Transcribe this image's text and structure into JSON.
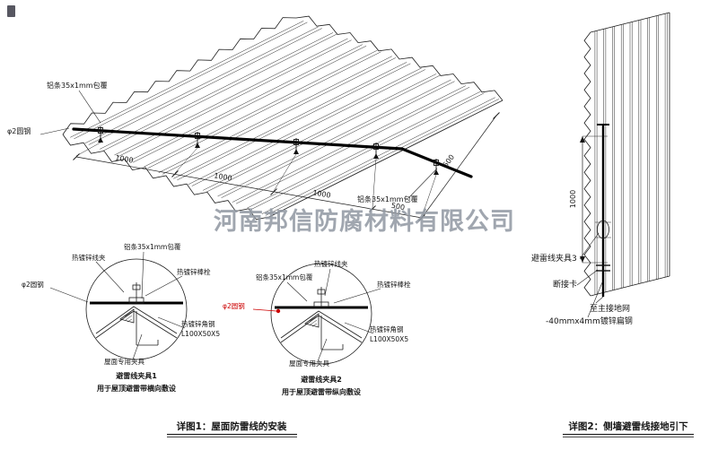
{
  "watermark": "河南邦信防腐材料有限公司",
  "main_drawing": {
    "label_alu_top": "铝条35x1mm包覆",
    "label_round_steel": "φ2圆钢",
    "label_alu_right": "铝条35x1mm包覆",
    "dims": [
      "1000",
      "1000",
      "1000",
      "500"
    ],
    "dim_right": "500"
  },
  "detail1": {
    "label_wire_clamp": "热镀锌线夹",
    "label_alu": "铝条35x1mm包覆",
    "label_bolt": "热镀锌棒栓",
    "label_round_steel": "φ2圆钢",
    "label_angle_steel": "热镀锌角钢",
    "label_angle_spec": "L100X50X5",
    "label_roof_clamp": "屋面专用夹具",
    "caption_title": "避雷线夹具1",
    "caption_sub": "用于屋顶避雷带横向敷设"
  },
  "detail2": {
    "label_alu": "铝条35x1mm包覆",
    "label_wire_clamp": "热镀锌线夹",
    "label_bolt": "热镀锌棒栓",
    "label_round_steel": "φ2圆钢",
    "label_angle_steel": "热镀锌角钢",
    "label_angle_spec": "L100X50X5",
    "label_roof_clamp": "屋面专用夹具",
    "caption_title": "避雷线夹具2",
    "caption_sub": "用于屋顶避雷带纵向敷设"
  },
  "wall_drawing": {
    "dim": "1000",
    "label_clamp3": "避雷线夹具3",
    "label_disconnect": "断接卡",
    "label_to_ground": "至主接地网",
    "label_flat_steel": "-40mmx4mm镀锌扁钢"
  },
  "titles": {
    "detail1": "详图1：屋面防雷线的安装",
    "detail2": "详图2：侧墙避雷线接地引下"
  }
}
